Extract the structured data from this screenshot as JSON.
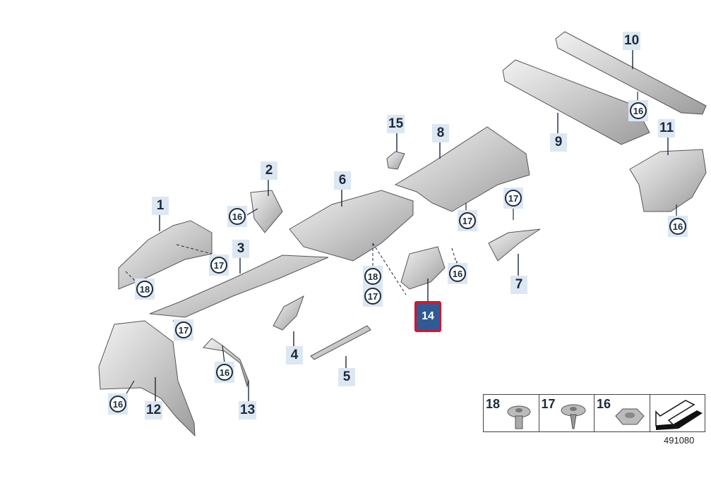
{
  "diagram": {
    "parts": [
      {
        "id": "p1",
        "label": "1"
      },
      {
        "id": "p2",
        "label": "2"
      },
      {
        "id": "p3",
        "label": "3"
      },
      {
        "id": "p4",
        "label": "4"
      },
      {
        "id": "p5",
        "label": "5"
      },
      {
        "id": "p6",
        "label": "6"
      },
      {
        "id": "p7",
        "label": "7"
      },
      {
        "id": "p8",
        "label": "8"
      },
      {
        "id": "p9",
        "label": "9"
      },
      {
        "id": "p10",
        "label": "10"
      },
      {
        "id": "p11",
        "label": "11"
      },
      {
        "id": "p12",
        "label": "12"
      },
      {
        "id": "p13",
        "label": "13"
      },
      {
        "id": "p14",
        "label": "14",
        "selected": true
      },
      {
        "id": "p15",
        "label": "15"
      }
    ],
    "fasteners": [
      "16",
      "17",
      "18"
    ],
    "legend": [
      {
        "label": "18",
        "icon": "push-rivet-icon"
      },
      {
        "label": "17",
        "icon": "screw-clip-icon"
      },
      {
        "label": "16",
        "icon": "hex-nut-icon"
      },
      {
        "label": "",
        "icon": "direction-arrow-icon"
      }
    ],
    "drawing_code": "491080",
    "highlight_color": "#e0102c",
    "label_bg_color": "#dde7f2"
  }
}
